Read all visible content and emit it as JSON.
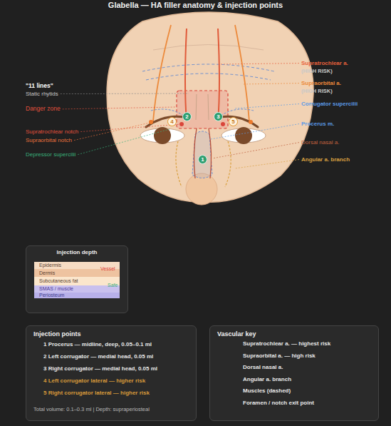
{
  "diagram": {
    "title": "Glabella — HA filler anatomy & injection points",
    "nodes": [
      {
        "text": [
          "4"
        ]
      },
      {
        "text": [
          "2"
        ]
      },
      {
        "text": [
          "3"
        ]
      },
      {
        "text": [
          "5"
        ]
      },
      {
        "text": [
          "1"
        ]
      },
      {
        "text": [
          "Injection depth"
        ]
      },
      {
        "text": [
          "Epidermis"
        ],
        "in": 5
      },
      {
        "text": [
          "Dermis"
        ],
        "in": 5
      },
      {
        "text": [
          "Subcutaneous fat"
        ],
        "in": 5
      },
      {
        "text": [
          "SMAS / muscle"
        ],
        "in": 5
      },
      {
        "text": [
          "Periosteum"
        ],
        "in": 5
      },
      {
        "text": [
          "Injection points",
          "1 Procerus — midline, deep, 0.05–0.1 ml",
          "2 Left corrugator — medial head, 0.05 ml",
          "3 Right corrugator — medial head, 0.05 ml",
          "4 Left corrugator lateral — higher risk",
          "5 Right corrugator lateral — higher risk",
          "Total volume: 0.1–0.3 ml | Depth: supraperiosteal"
        ]
      },
      {
        "text": [
          "Vascular key"
        ]
      }
    ],
    "labels": [
      "\"11 lines\"",
      "Static rhytids",
      "Danger zone",
      "Supratrochlear notch",
      "Supraorbital notch",
      "Depressor supercilii",
      "Supratrochlear a.",
      "(HIGH RISK)",
      "Supraorbital a.",
      "(HIGH RISK)",
      "Corrugator supercilii",
      "Procerus m.",
      "Dorsal nasal a.",
      "Angular a. branch",
      "Vessel",
      "Safe"
    ],
    "legend": [
      {
        "text": "Supratrochlear a. — highest risk"
      },
      {
        "text": "Supraorbital a. — high risk"
      },
      {
        "text": "Dorsal nasal a."
      },
      {
        "text": "Angular a. branch"
      },
      {
        "text": "Muscles (dashed)"
      },
      {
        "text": "Foramen / notch exit point"
      }
    ]
  }
}
